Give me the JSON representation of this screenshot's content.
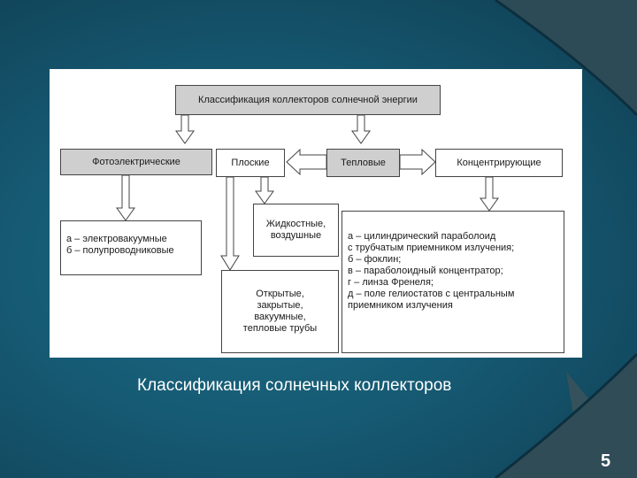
{
  "diagram": {
    "root": "Классификация коллекторов солнечной энергии",
    "photo": "Фотоэлектрические",
    "flat": "Плоские",
    "thermal": "Тепловые",
    "concentrating": "Концентрирующие",
    "photo_types": "а – электровакуумные\nб – полупроводниковые",
    "liquid_air": "Жидкостные,\nвоздушные",
    "open_closed": "Открытые,\nзакрытые,\nвакуумные,\nтепловые трубы",
    "concentrator_types": "а – цилиндрический параболоид\n      с трубчатым приемником излучения;\nб – фоклин;\nв – параболоидный  концентратор;\nг – линза Френеля;\nд – поле гелиостатов с центральным\n      приемником излучения"
  },
  "caption": "Классификация солнечных коллекторов",
  "page_number": "5",
  "colors": {
    "background": "#165a73",
    "accent": "#2d4f5c"
  }
}
